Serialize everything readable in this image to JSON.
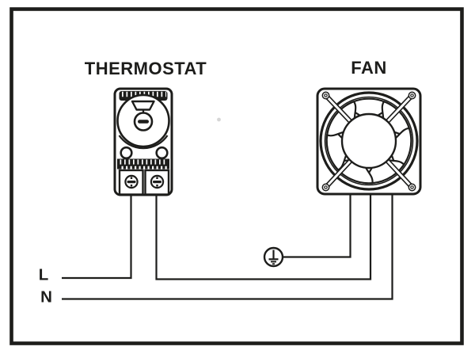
{
  "colors": {
    "ink": "#1d1d1b",
    "paper": "#ffffff"
  },
  "diagram": {
    "labels": {
      "thermostat": "THERMOSTAT",
      "fan": "FAN",
      "line": "L",
      "neutral": "N"
    },
    "symbols": {
      "thermostat": "room-thermostat-front-view-with-dial-and-two-screw-terminals",
      "fan": "axial-fan-front-view-with-corner-guard-struts",
      "earth": "protective-earth-terminal"
    }
  }
}
